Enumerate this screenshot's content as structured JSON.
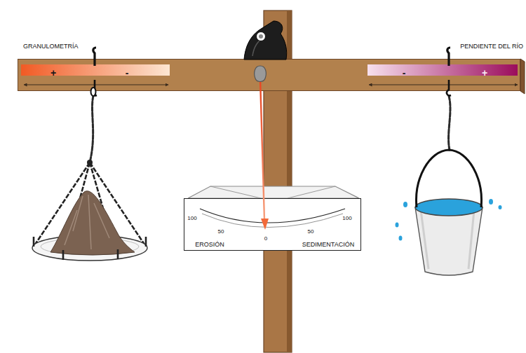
{
  "diagram": {
    "nodes": [
      {
        "text": [
          "+",
          "-",
          "-",
          "+"
        ]
      },
      {
        "text": [
          "100",
          "50",
          "0",
          "50",
          "100",
          "EROSIÓN",
          "SEDIMENTACIÓN"
        ]
      }
    ],
    "labels": [
      "GRANULOMETRÍA",
      "PENDIENTE DEL RÍO"
    ]
  }
}
